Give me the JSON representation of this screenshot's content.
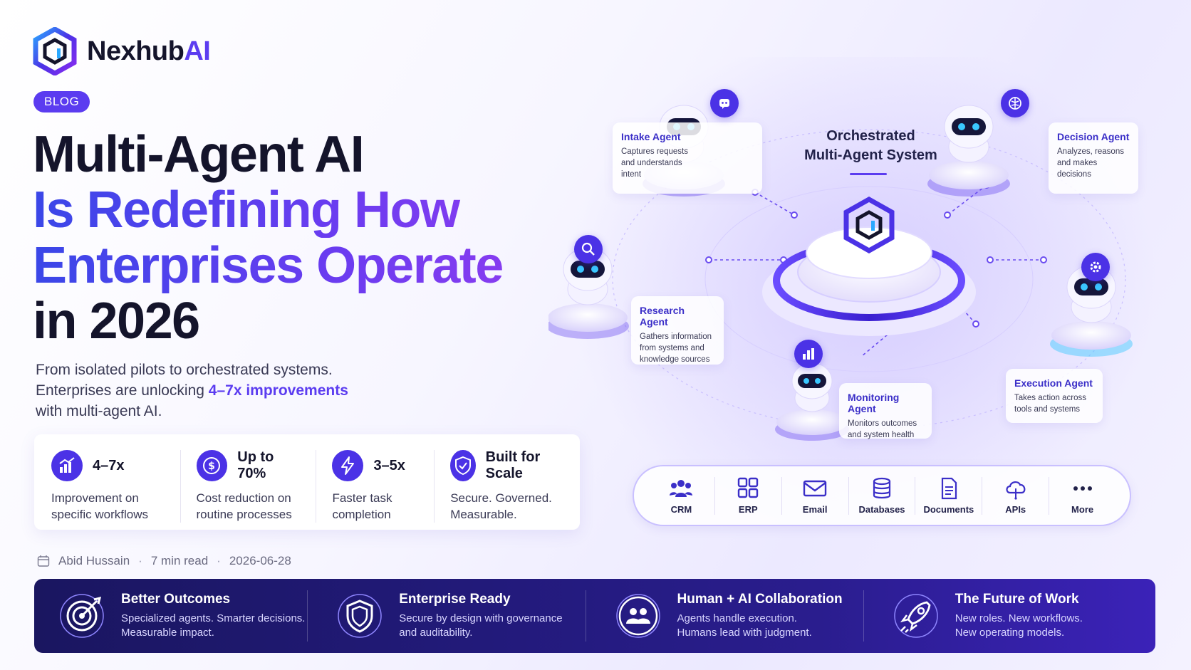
{
  "brand": {
    "name_a": "Nexhub",
    "name_b": "AI"
  },
  "tag": "BLOG",
  "headline": {
    "line1": "Multi-Agent AI",
    "line2": "Is Redefining How",
    "line3": "Enterprises Operate",
    "line4": "in 2026"
  },
  "intro": {
    "line1": "From isolated pilots to orchestrated systems.",
    "line2_pre": "Enterprises are unlocking ",
    "line2_hl": "4–7x improvements",
    "line3": "with multi-agent AI."
  },
  "stats": [
    {
      "value": "4–7x",
      "desc1": "Improvement on",
      "desc2": "specific workflows",
      "icon": "chart-icon"
    },
    {
      "value": "Up to 70%",
      "desc1": "Cost reduction on",
      "desc2": "routine processes",
      "icon": "dollar-icon"
    },
    {
      "value": "3–5x",
      "desc1": "Faster task",
      "desc2": "completion",
      "icon": "lightning-icon"
    },
    {
      "value": "Built for Scale",
      "desc1": "Secure. Governed.",
      "desc2": "Measurable.",
      "icon": "shield-check-icon"
    }
  ],
  "meta": {
    "author": "Abid Hussain",
    "read": "7 min read",
    "date": "2026-06-28"
  },
  "system": {
    "title1": "Orchestrated",
    "title2": "Multi-Agent System"
  },
  "agents": {
    "intake": {
      "title": "Intake Agent",
      "l1": "Captures requests",
      "l2": "and understands",
      "l3": "intent"
    },
    "decision": {
      "title": "Decision Agent",
      "l1": "Analyzes, reasons",
      "l2": "and makes",
      "l3": "decisions"
    },
    "research": {
      "title": "Research Agent",
      "l1": "Gathers information",
      "l2": "from systems and",
      "l3": "knowledge sources"
    },
    "monitoring": {
      "title": "Monitoring Agent",
      "l1": "Monitors outcomes",
      "l2": "and system health"
    },
    "execution": {
      "title": "Execution Agent",
      "l1": "Takes action across",
      "l2": "tools and systems"
    }
  },
  "integrations": [
    "CRM",
    "ERP",
    "Email",
    "Databases",
    "Documents",
    "APIs",
    "More"
  ],
  "band": [
    {
      "title": "Better Outcomes",
      "l1": "Specialized agents. Smarter decisions.",
      "l2": "Measurable impact.",
      "icon": "target-icon"
    },
    {
      "title": "Enterprise Ready",
      "l1": "Secure by design with governance",
      "l2": "and auditability.",
      "icon": "shield-icon"
    },
    {
      "title": "Human + AI Collaboration",
      "l1": "Agents handle execution.",
      "l2": "Humans lead with judgment.",
      "icon": "people-icon"
    },
    {
      "title": "The Future of Work",
      "l1": "New roles. New workflows.",
      "l2": "New operating models.",
      "icon": "rocket-icon"
    }
  ],
  "colors": {
    "accent": "#5b3cf0",
    "dark": "#14142b",
    "band": "#221a7a"
  }
}
